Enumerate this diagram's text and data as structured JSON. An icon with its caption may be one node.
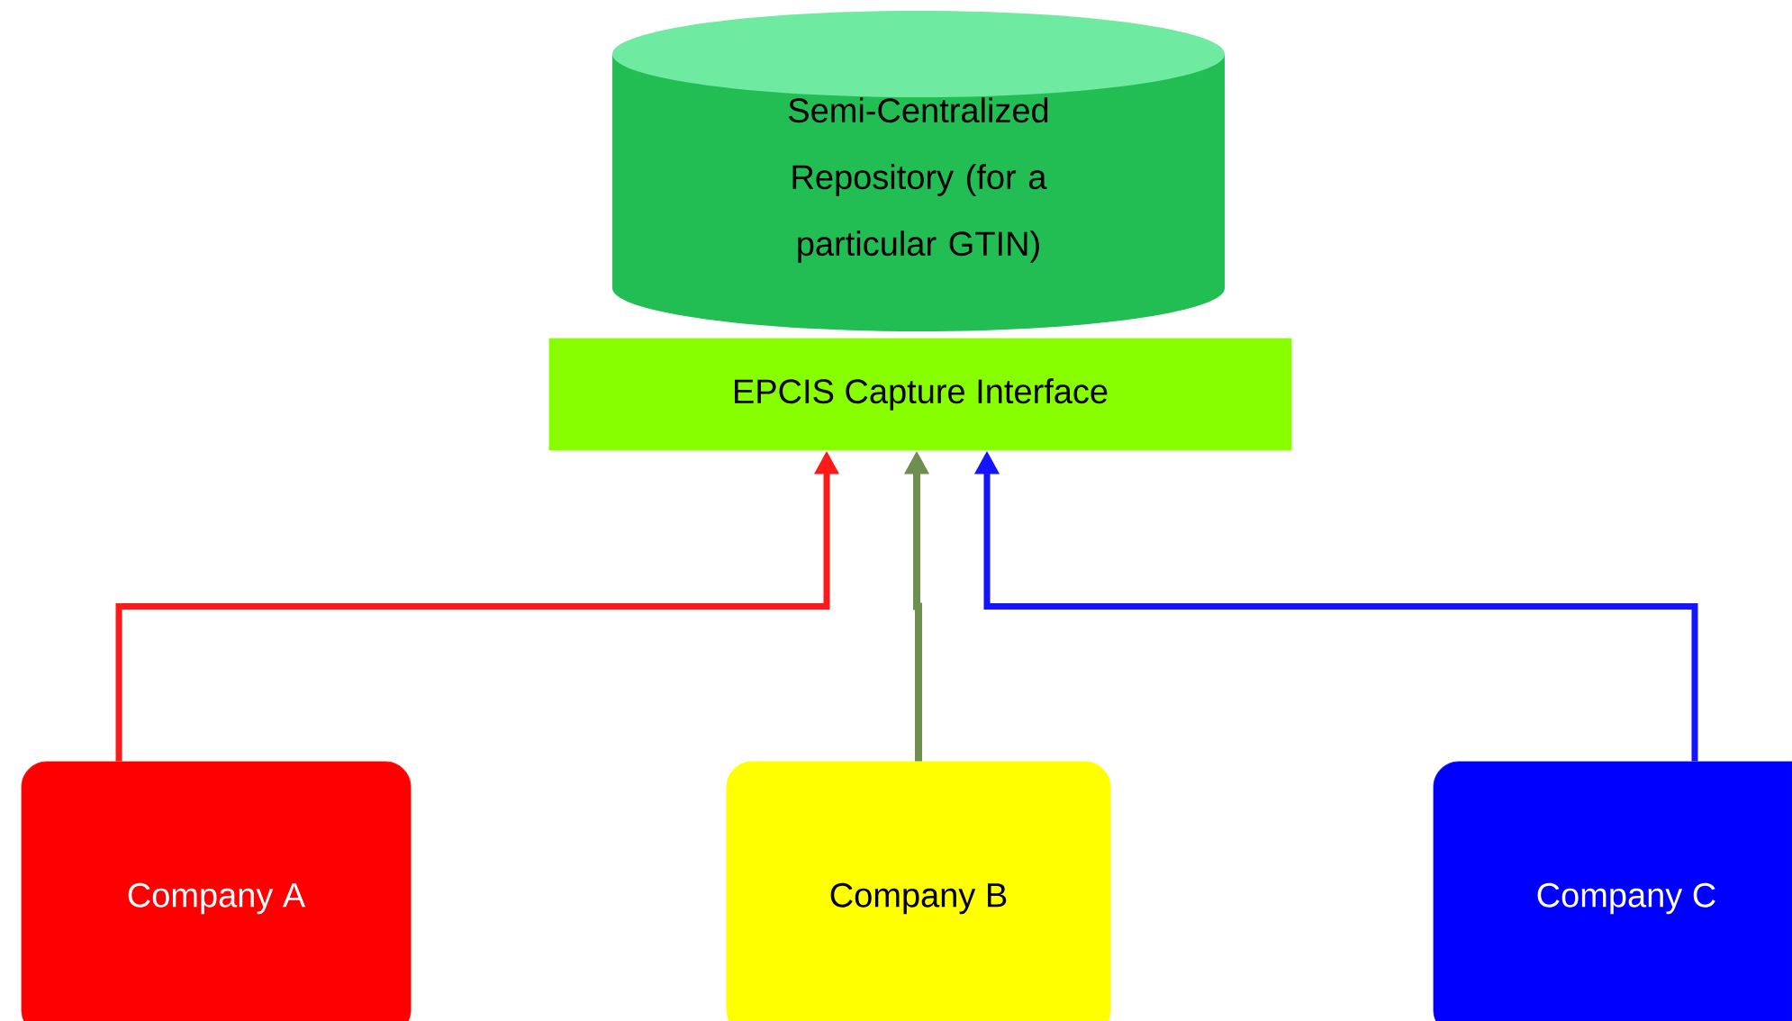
{
  "diagram": {
    "nodes": [
      {
        "text": [
          "Semi-Centralized Repository (for a particular GTIN)"
        ]
      },
      {
        "text": [
          "EPCIS Capture Interface"
        ]
      },
      {
        "text": [
          "Company A"
        ]
      },
      {
        "text": [
          "Company B"
        ]
      },
      {
        "text": [
          "Company C"
        ]
      }
    ],
    "edges": [
      {
        "from": 2,
        "to": 1,
        "arrow": "to",
        "color": "#ff1a1a"
      },
      {
        "from": 3,
        "to": 1,
        "arrow": "to",
        "color": "#6f8f50"
      },
      {
        "from": 4,
        "to": 1,
        "arrow": "to",
        "color": "#1414ff"
      }
    ]
  }
}
